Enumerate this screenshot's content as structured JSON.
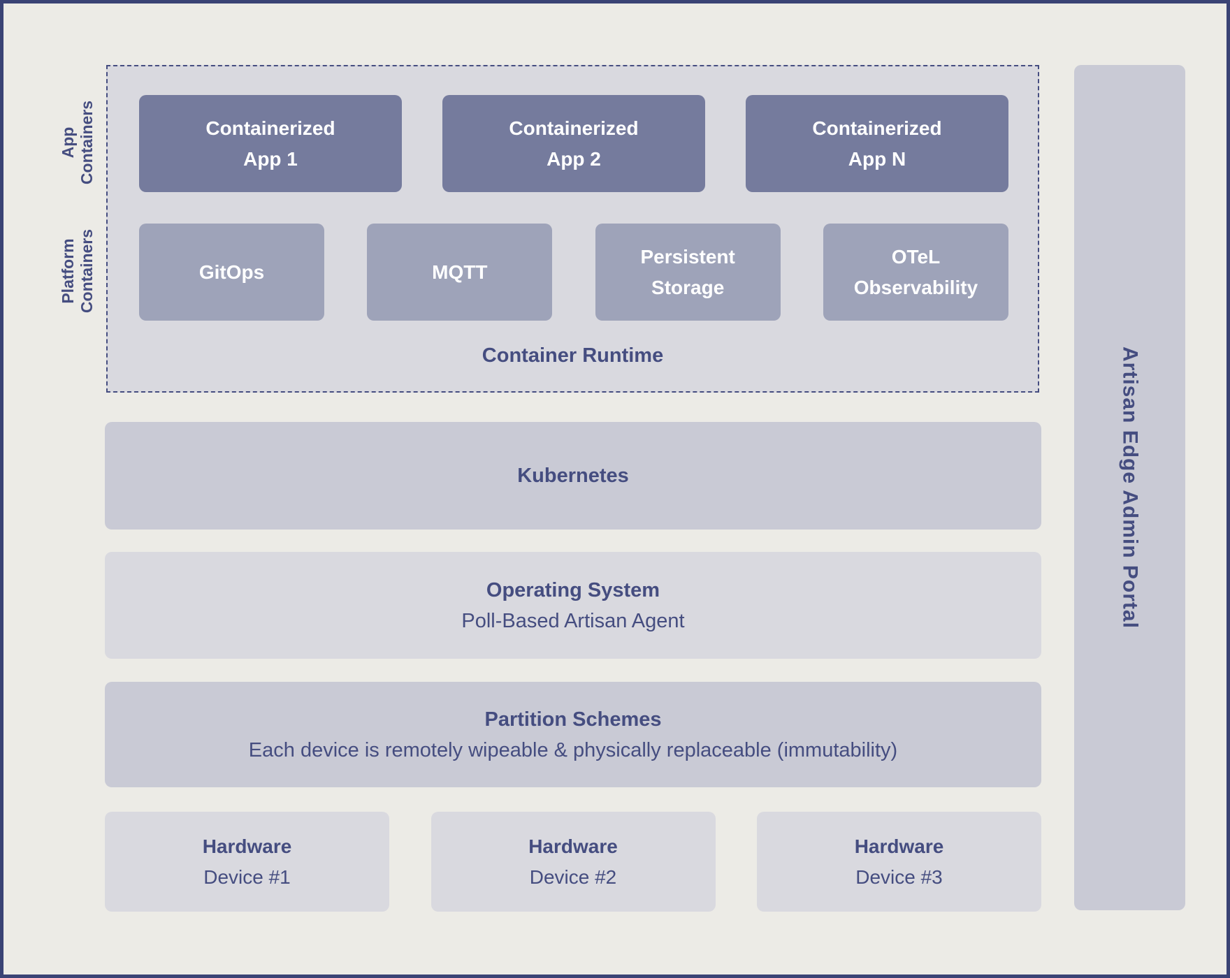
{
  "colors": {
    "background": "#ECEBE6",
    "frame_border": "#3A4375",
    "navy_text": "#454D80",
    "runtime_group_fill": "#D9D9DF",
    "runtime_group_border": "#454D80",
    "app_box_fill": "#757B9D",
    "platform_box_fill": "#9EA3B9",
    "bar_mid_fill": "#C9CAD5",
    "bar_light_fill": "#D9D9DF",
    "box_text": "#FFFFFF"
  },
  "runtime": {
    "label": "Container Runtime",
    "app_row_label": "App\nContainers",
    "platform_row_label": "Platform\nContainers",
    "app_boxes": [
      {
        "label": "Containerized\nApp 1"
      },
      {
        "label": "Containerized\nApp 2"
      },
      {
        "label": "Containerized\nApp N"
      }
    ],
    "platform_boxes": [
      {
        "label": "GitOps"
      },
      {
        "label": "MQTT"
      },
      {
        "label": "Persistent\nStorage"
      },
      {
        "label": "OTeL\nObservability"
      }
    ]
  },
  "layers": [
    {
      "title": "Kubernetes",
      "subtitle": ""
    },
    {
      "title": "Operating System",
      "subtitle": "Poll-Based Artisan Agent"
    },
    {
      "title": "Partition Schemes",
      "subtitle": "Each device is remotely wipeable & physically replaceable (immutability)"
    }
  ],
  "hardware": [
    {
      "title": "Hardware",
      "subtitle": "Device #1"
    },
    {
      "title": "Hardware",
      "subtitle": "Device #2"
    },
    {
      "title": "Hardware",
      "subtitle": "Device #3"
    }
  ],
  "sidebar": {
    "label": "Artisan Edge Admin Portal"
  }
}
